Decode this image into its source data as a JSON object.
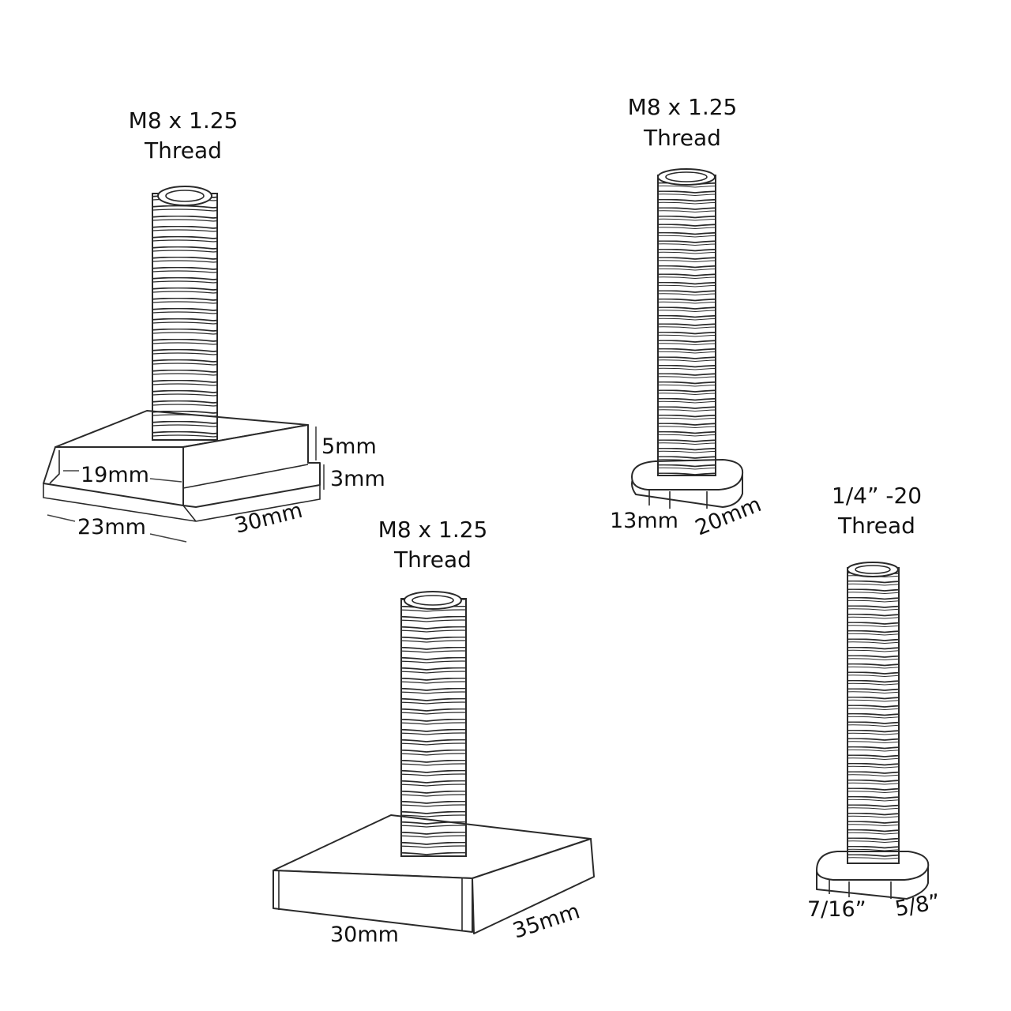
{
  "parts": [
    {
      "id": "t-slot-bolt",
      "title_line1": "M8 x 1.25",
      "title_line2": "Thread",
      "dims": {
        "width": "19mm",
        "base_width": "23mm",
        "length": "30mm",
        "top_height": "5mm",
        "flange_height": "3mm"
      }
    },
    {
      "id": "square-head-bolt",
      "title_line1": "M8 x 1.25",
      "title_line2": "Thread",
      "dims": {
        "width": "13mm",
        "length": "20mm"
      }
    },
    {
      "id": "square-plate-bolt",
      "title_line1": "M8 x 1.25",
      "title_line2": "Thread",
      "dims": {
        "width": "30mm",
        "length": "35mm"
      }
    },
    {
      "id": "imperial-bolt",
      "title_line1": "1/4” -20",
      "title_line2": "Thread",
      "dims": {
        "width": "7/16”",
        "length": "5/8”"
      }
    }
  ]
}
